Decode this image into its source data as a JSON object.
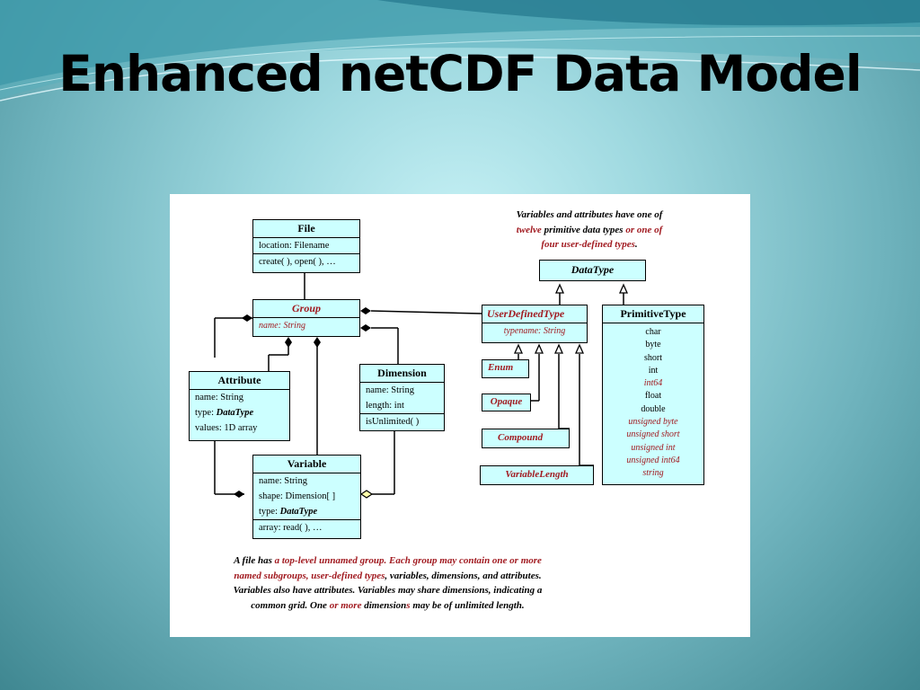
{
  "slide": {
    "title": "Enhanced netCDF Data Model"
  },
  "diagram": {
    "file": {
      "name": "File",
      "attr": "location: Filename",
      "ops": "create( ), open( ), …"
    },
    "group": {
      "name": "Group",
      "attr": "name: String"
    },
    "attribute": {
      "name": "Attribute",
      "a1": "name: String",
      "a2_label": "type: ",
      "a2_type": "DataType",
      "a3": "values: 1D array"
    },
    "dimension": {
      "name": "Dimension",
      "a1": "name: String",
      "a2": "length: int",
      "ops": "isUnlimited( )"
    },
    "variable": {
      "name": "Variable",
      "a1": "name: String",
      "a2": "shape: Dimension[ ]",
      "a3_label": "type: ",
      "a3_type": "DataType",
      "ops": "array: read( ), …"
    },
    "datatype": {
      "name": "DataType"
    },
    "user_defined_type": {
      "name": "UserDefinedType",
      "attr": "typename: String"
    },
    "user_types": [
      "Enum",
      "Opaque",
      "Compound",
      "VariableLength"
    ],
    "primitive_type": {
      "name": "PrimitiveType",
      "types": [
        {
          "name": "char",
          "new": false
        },
        {
          "name": "byte",
          "new": false
        },
        {
          "name": "short",
          "new": false
        },
        {
          "name": "int",
          "new": false
        },
        {
          "name": "int64",
          "new": true
        },
        {
          "name": "float",
          "new": false
        },
        {
          "name": "double",
          "new": false
        },
        {
          "name": "unsigned byte",
          "new": true
        },
        {
          "name": "unsigned short",
          "new": true
        },
        {
          "name": "unsigned int",
          "new": true
        },
        {
          "name": "unsigned int64",
          "new": true
        },
        {
          "name": "string",
          "new": true
        }
      ]
    },
    "top_note": {
      "l1": "Variables and attributes have one of",
      "l2a": "twelve",
      "l2b": " primitive data types ",
      "l2c": "or one of",
      "l3a": "four user-defined types",
      "l3b": "."
    },
    "bottom_note": {
      "l1a": "A file has ",
      "l1b": "a top-level unnamed group.  Each group may contain one or more",
      "l2a": "named subgroups, user-defined types",
      "l2b": ", variables, dimensions, and attributes.",
      "l3": "Variables also have attributes.  Variables may share dimensions, indicating a",
      "l4a": "common grid.  One ",
      "l4b": "or more",
      "l4c": " dimension",
      "l4d": "s",
      "l4e": " may be of unlimited length."
    },
    "colors": {
      "box_fill": "#ccffff",
      "emphasis_red": "#a11a20"
    }
  }
}
